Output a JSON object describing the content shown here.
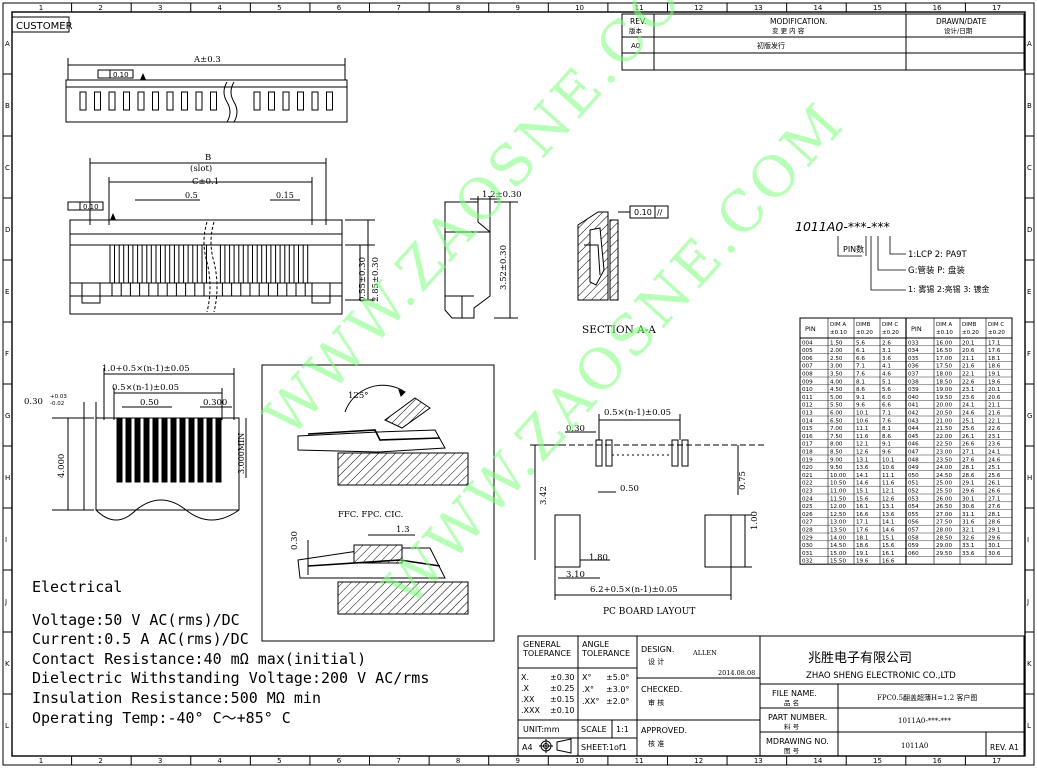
{
  "customer_label": "CUSTOMER",
  "rev_table": {
    "rev_header": "REV.",
    "rev_header_cn": "版本",
    "mod_header": "MODIFICATION.",
    "mod_header_cn": "变 更 内 容",
    "drawn_header": "DRAWN/DATE",
    "drawn_header_cn": "设计/日期",
    "rows": [
      {
        "rev": "A0",
        "mod": "初版发行",
        "drawn": ""
      }
    ]
  },
  "border_numbers": [
    "1",
    "2",
    "3",
    "4",
    "5",
    "6",
    "7",
    "8",
    "9",
    "10",
    "11",
    "12",
    "13",
    "14",
    "15",
    "16",
    "17"
  ],
  "border_letters": [
    "A",
    "B",
    "C",
    "D",
    "E",
    "F",
    "G",
    "H",
    "I",
    "J",
    "K",
    "L"
  ],
  "top_view": {
    "dim_a": "A±0.3",
    "flatness": "0.10"
  },
  "front_view": {
    "dim_b": "B",
    "dim_slot": "(slot)",
    "dim_c": "C±0.1",
    "pitch": "0.5",
    "width": "0.15",
    "flatness": "0.10",
    "h1": "0.55±0.30",
    "h2": "2.85±0.30"
  },
  "side_view": {
    "top_dim": "1.2±0.30",
    "height": "3.52±0.30"
  },
  "section": {
    "label": "SECTION A-A",
    "tol": "0.10",
    "tol_sym": "//"
  },
  "part_code": {
    "code": "1011A0-***-***",
    "pin_label": "PIN数",
    "opt1": "1:LCP 2: PA9T",
    "opt2": "G:管装 P: 盘装",
    "opt3": "1: 雾锡  2:亮锡 3: 镀金"
  },
  "pin_table": {
    "headers": [
      "PIN",
      "DIM A\n±0.10",
      "DIMB\n±0.20",
      "DIM C\n±0.20",
      "PIN",
      "DIM A\n±0.10",
      "DIMB\n±0.20",
      "DIM C\n±0.20"
    ],
    "left": [
      [
        "004",
        "1.50",
        "5.6",
        "2.6"
      ],
      [
        "005",
        "2.00",
        "6.1",
        "3.1"
      ],
      [
        "006",
        "2.50",
        "6.6",
        "3.6"
      ],
      [
        "007",
        "3.00",
        "7.1",
        "4.1"
      ],
      [
        "008",
        "3.50",
        "7.6",
        "4.6"
      ],
      [
        "009",
        "4.00",
        "8.1",
        "5.1"
      ],
      [
        "010",
        "4.50",
        "8.6",
        "5.6"
      ],
      [
        "011",
        "5.00",
        "9.1",
        "6.0"
      ],
      [
        "012",
        "5.50",
        "9.6",
        "6.6"
      ],
      [
        "013",
        "6.00",
        "10.1",
        "7.1"
      ],
      [
        "014",
        "6.50",
        "10.6",
        "7.6"
      ],
      [
        "015",
        "7.00",
        "11.1",
        "8.1"
      ],
      [
        "016",
        "7.50",
        "11.6",
        "8.6"
      ],
      [
        "017",
        "8.00",
        "12.1",
        "9.1"
      ],
      [
        "018",
        "8.50",
        "12.6",
        "9.6"
      ],
      [
        "019",
        "9.00",
        "13.1",
        "10.1"
      ],
      [
        "020",
        "9.50",
        "13.6",
        "10.6"
      ],
      [
        "021",
        "10.00",
        "14.1",
        "11.1"
      ],
      [
        "022",
        "10.50",
        "14.6",
        "11.6"
      ],
      [
        "023",
        "11.00",
        "15.1",
        "12.1"
      ],
      [
        "024",
        "11.50",
        "15.6",
        "12.6"
      ],
      [
        "025",
        "12.00",
        "16.1",
        "13.1"
      ],
      [
        "026",
        "12.50",
        "16.6",
        "13.6"
      ],
      [
        "027",
        "13.00",
        "17.1",
        "14.1"
      ],
      [
        "028",
        "13.50",
        "17.6",
        "14.6"
      ],
      [
        "029",
        "14.00",
        "18.1",
        "15.1"
      ],
      [
        "030",
        "14.50",
        "18.6",
        "15.6"
      ],
      [
        "031",
        "15.00",
        "19.1",
        "16.1"
      ],
      [
        "032",
        "15.50",
        "19.6",
        "16.6"
      ]
    ],
    "right": [
      [
        "033",
        "16.00",
        "20.1",
        "17.1"
      ],
      [
        "034",
        "16.50",
        "20.6",
        "17.6"
      ],
      [
        "035",
        "17.00",
        "21.1",
        "18.1"
      ],
      [
        "036",
        "17.50",
        "21.6",
        "18.6"
      ],
      [
        "037",
        "18.00",
        "22.1",
        "19.1"
      ],
      [
        "038",
        "18.50",
        "22.6",
        "19.6"
      ],
      [
        "039",
        "19.00",
        "23.1",
        "20.1"
      ],
      [
        "040",
        "19.50",
        "23.6",
        "20.6"
      ],
      [
        "041",
        "20.00",
        "24.1",
        "21.1"
      ],
      [
        "042",
        "20.50",
        "24.6",
        "21.6"
      ],
      [
        "043",
        "21.00",
        "25.1",
        "22.1"
      ],
      [
        "044",
        "21.50",
        "25.6",
        "22.6"
      ],
      [
        "045",
        "22.00",
        "26.1",
        "23.1"
      ],
      [
        "046",
        "22.50",
        "26.6",
        "23.6"
      ],
      [
        "047",
        "23.00",
        "27.1",
        "24.1"
      ],
      [
        "048",
        "23.50",
        "27.6",
        "24.6"
      ],
      [
        "049",
        "24.00",
        "28.1",
        "25.1"
      ],
      [
        "050",
        "24.50",
        "28.6",
        "25.6"
      ],
      [
        "051",
        "25.00",
        "29.1",
        "26.1"
      ],
      [
        "052",
        "25.50",
        "29.6",
        "26.6"
      ],
      [
        "053",
        "26.00",
        "30.1",
        "27.1"
      ],
      [
        "054",
        "26.50",
        "30.6",
        "27.6"
      ],
      [
        "055",
        "27.00",
        "31.1",
        "28.1"
      ],
      [
        "056",
        "27.50",
        "31.6",
        "28.6"
      ],
      [
        "057",
        "28.00",
        "32.1",
        "29.1"
      ],
      [
        "058",
        "28.50",
        "32.6",
        "29.6"
      ],
      [
        "059",
        "29.00",
        "33.1",
        "30.1"
      ],
      [
        "060",
        "29.50",
        "33.6",
        "30.6"
      ]
    ]
  },
  "fpc_view": {
    "dim1": "1.0+0.5×(n-1)±0.05",
    "dim2": "0.5×(n-1)±0.05",
    "dim_050": "0.50",
    "dim_0300": "0.300",
    "dim_030": "0.30",
    "tol_up": "+0.03",
    "tol_dn": "-0.02",
    "dim_4000": "4.000",
    "dim_3000": "3.000MIN"
  },
  "detail_box": {
    "angle": "125°",
    "fpc_label": "FFC. FPC. CIC.",
    "dim13": "1.3",
    "dim030": "0.30"
  },
  "pcb_layout": {
    "title": "PC BOARD LAYOUT",
    "top_dim": "0.5×(n-1)±0.05",
    "d030": "0.30",
    "d342": "3.42",
    "d050": "0.50",
    "d075": "0.75",
    "d180": "1.80",
    "d100": "1.00",
    "d310": "3.10",
    "bottom_dim": "6.2+0.5×(n-1)±0.05"
  },
  "watermark": [
    "WWW.ZAOSNE.COM",
    "WWW.ZAOSNE.COM"
  ],
  "electrical": {
    "title": "Electrical",
    "lines": [
      "Voltage:50 V AC(rms)/DC",
      "Current:0.5 A AC(rms)/DC",
      "Contact Resistance:40 mΩ max(initial)",
      "Dielectric Withstanding Voltage:200 V AC/rms",
      "Insulation Resistance:500 MΩ min",
      "Operating Temp:-40° C～+85° C"
    ]
  },
  "title_block": {
    "general_tol": "GENERAL\nTOLERANCE",
    "angle_tol": "ANGLE\nTOLERANCE",
    "tol_rows": [
      [
        "X.",
        "±0.30"
      ],
      [
        ".X",
        "±0.25"
      ],
      [
        ".XX",
        "±0.15"
      ],
      [
        ".XXX",
        "±0.10"
      ]
    ],
    "ang_rows": [
      [
        "X°",
        "±5.0°"
      ],
      [
        ".X°",
        "±3.0°"
      ],
      [
        ".XX°",
        "±2.0°"
      ]
    ],
    "unit": "UNIT:mm",
    "scale_label": "SCALE",
    "scale": "1:1",
    "size": "A4",
    "sheet": "SHEET:1of1",
    "design_label": "DESIGN.",
    "design_cn": "设 计",
    "designer": "ALLEN",
    "date": "2014.08.08",
    "checked_label": "CHECKED.",
    "checked_cn": "审 核",
    "approved_label": "APPROVED.",
    "approved_cn": "核 准",
    "company_cn": "兆胜电子有限公司",
    "company_en": "ZHAO SHENG ELECTRONIC CO.,LTD",
    "file_name_label": "FILE NAME.",
    "file_name_cn": "品 名",
    "file_name": "FPC0.5翻盖超薄H=1.2 客户图",
    "part_label": "PART NUMBER.",
    "part_cn": "料 号",
    "part_number": "1011A0-***-***",
    "drawing_label": "MDRAWING NO.",
    "drawing_cn": "图 号",
    "drawing_no": "1011A0",
    "rev": "REV. A1"
  }
}
